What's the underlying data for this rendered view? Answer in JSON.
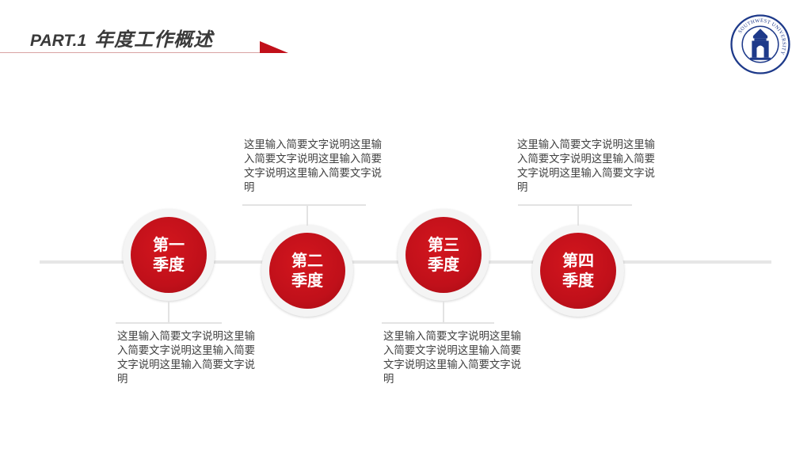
{
  "header": {
    "part_label": "PART.1",
    "title": "年度工作概述"
  },
  "colors": {
    "accent": "#c1101a",
    "timeline": "#e6e6e6",
    "logo_blue": "#1e3a8a"
  },
  "logo": {
    "icon": "university-seal-icon",
    "ring_text": "SOUTHWEST UNIVERSITY"
  },
  "stages": [
    {
      "label": "第一\n季度",
      "description": "这里输入简要文字说明这里输入简要文字说明这里输入简要文字说明这里输入简要文字说明"
    },
    {
      "label": "第二\n季度",
      "description": "这里输入简要文字说明这里输入简要文字说明这里输入简要文字说明这里输入简要文字说明"
    },
    {
      "label": "第三\n季度",
      "description": "这里输入简要文字说明这里输入简要文字说明这里输入简要文字说明这里输入简要文字说明"
    },
    {
      "label": "第四\n季度",
      "description": "这里输入简要文字说明这里输入简要文字说明这里输入简要文字说明这里输入简要文字说明"
    }
  ]
}
